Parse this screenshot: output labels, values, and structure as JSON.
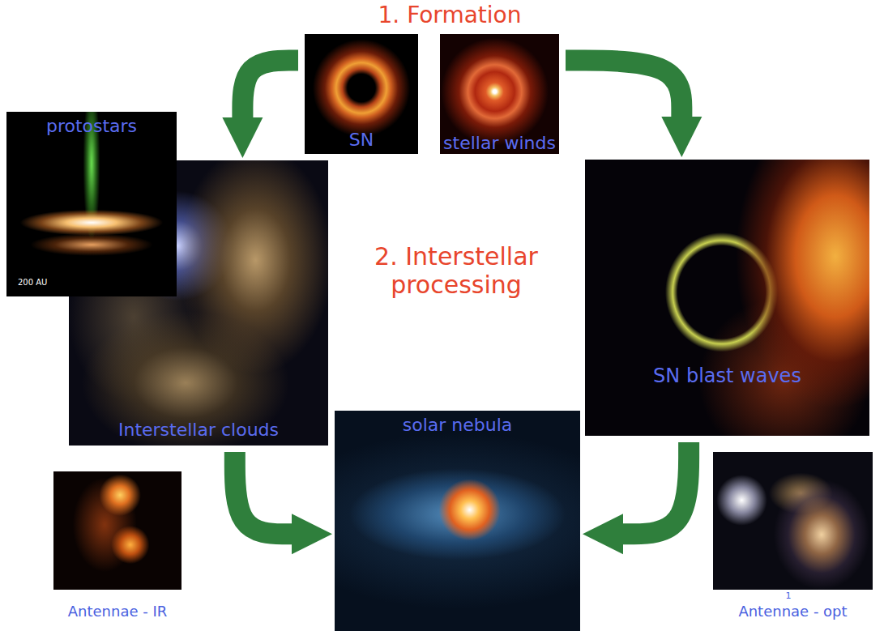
{
  "diagram": {
    "title": "1. Formation",
    "nodes": [
      {
        "text": [
          "SN"
        ]
      },
      {
        "text": [
          "stellar winds"
        ]
      },
      {
        "text": [
          "protostars"
        ]
      },
      {
        "text": [
          "Interstellar clouds"
        ]
      },
      {
        "text": [
          "SN blast waves"
        ]
      },
      {
        "text": [
          "solar nebula"
        ]
      },
      {
        "text": [
          "Antennae - IR"
        ]
      },
      {
        "text": [
          "Antennae - opt"
        ]
      }
    ],
    "edges": [
      {
        "from": 0,
        "to": 3,
        "arrow": "to"
      },
      {
        "from": 1,
        "to": 4,
        "arrow": "to"
      },
      {
        "from": 3,
        "to": 5,
        "arrow": "to"
      },
      {
        "from": 4,
        "to": 5,
        "arrow": "to"
      }
    ],
    "labels": [
      "2. Interstellar processing",
      "200 AU",
      "1"
    ]
  }
}
